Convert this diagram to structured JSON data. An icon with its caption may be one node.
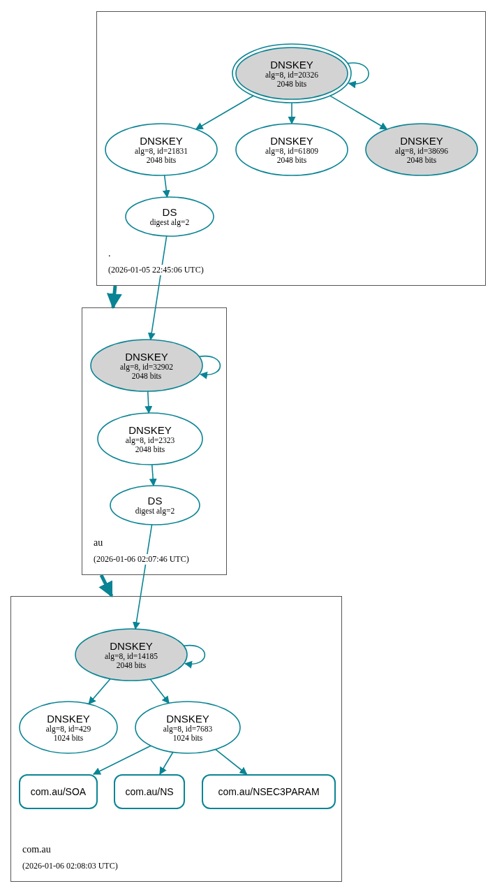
{
  "diagram": {
    "nodes": [
      {
        "text": [
          ".",
          "(2026-01-05 22:45:06 UTC)"
        ]
      },
      {
        "text": [
          "DNSKEY",
          "alg=8, id=20326",
          "2048 bits"
        ],
        "in": 0
      },
      {
        "text": [
          "DNSKEY",
          "alg=8, id=21831",
          "2048 bits"
        ],
        "in": 0
      },
      {
        "text": [
          "DNSKEY",
          "alg=8, id=61809",
          "2048 bits"
        ],
        "in": 0
      },
      {
        "text": [
          "DNSKEY",
          "alg=8, id=38696",
          "2048 bits"
        ],
        "in": 0
      },
      {
        "text": [
          "DS",
          "digest alg=2"
        ],
        "in": 0
      },
      {
        "text": [
          "au",
          "(2026-01-06 02:07:46 UTC)"
        ]
      },
      {
        "text": [
          "DNSKEY",
          "alg=8, id=32902",
          "2048 bits"
        ],
        "in": 6
      },
      {
        "text": [
          "DNSKEY",
          "alg=8, id=2323",
          "2048 bits"
        ],
        "in": 6
      },
      {
        "text": [
          "DS",
          "digest alg=2"
        ],
        "in": 6
      },
      {
        "text": [
          "com.au",
          "(2026-01-06 02:08:03 UTC)"
        ]
      },
      {
        "text": [
          "DNSKEY",
          "alg=8, id=14185",
          "2048 bits"
        ],
        "in": 10
      },
      {
        "text": [
          "DNSKEY",
          "alg=8, id=429",
          "1024 bits"
        ],
        "in": 10
      },
      {
        "text": [
          "DNSKEY",
          "alg=8, id=7683",
          "1024 bits"
        ],
        "in": 10
      },
      {
        "text": [
          "com.au/SOA"
        ],
        "in": 10
      },
      {
        "text": [
          "com.au/NS"
        ],
        "in": 10
      },
      {
        "text": [
          "com.au/NSEC3PARAM"
        ],
        "in": 10
      }
    ],
    "edges": [
      {
        "from": 1,
        "to": 1,
        "arrow": "to"
      },
      {
        "from": 1,
        "to": 2,
        "arrow": "to"
      },
      {
        "from": 1,
        "to": 3,
        "arrow": "to"
      },
      {
        "from": 1,
        "to": 4,
        "arrow": "to"
      },
      {
        "from": 2,
        "to": 5,
        "arrow": "to"
      },
      {
        "from": 5,
        "to": 7,
        "arrow": "to"
      },
      {
        "from": 7,
        "to": 7,
        "arrow": "to"
      },
      {
        "from": 7,
        "to": 8,
        "arrow": "to"
      },
      {
        "from": 8,
        "to": 9,
        "arrow": "to"
      },
      {
        "from": 9,
        "to": 11,
        "arrow": "to"
      },
      {
        "from": 11,
        "to": 11,
        "arrow": "to"
      },
      {
        "from": 11,
        "to": 12,
        "arrow": "to"
      },
      {
        "from": 11,
        "to": 13,
        "arrow": "to"
      },
      {
        "from": 13,
        "to": 14,
        "arrow": "to"
      },
      {
        "from": 13,
        "to": 15,
        "arrow": "to"
      },
      {
        "from": 13,
        "to": 16,
        "arrow": "to"
      },
      {
        "from": 0,
        "to": 6,
        "arrow": "to",
        "style": "thick"
      },
      {
        "from": 6,
        "to": 10,
        "arrow": "to",
        "style": "thick"
      }
    ]
  }
}
